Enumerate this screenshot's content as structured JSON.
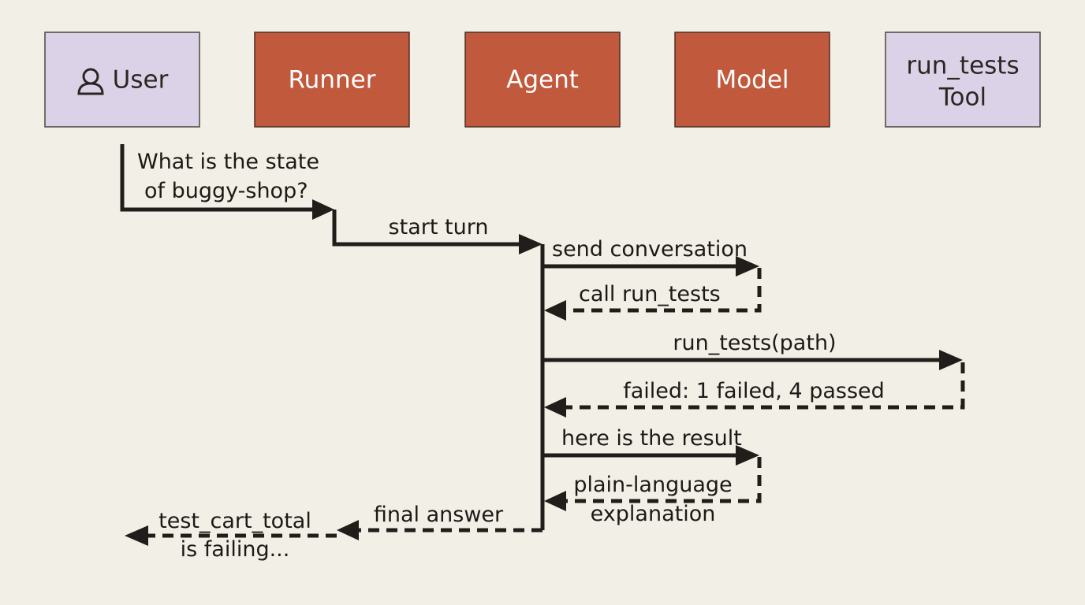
{
  "participants": [
    {
      "id": "user",
      "label": "User",
      "icon": "person-icon",
      "fill": "#dcd2e8"
    },
    {
      "id": "runner",
      "label": "Runner",
      "fill": "#c1593c"
    },
    {
      "id": "agent",
      "label": "Agent",
      "fill": "#c1593c"
    },
    {
      "id": "model",
      "label": "Model",
      "fill": "#c1593c"
    },
    {
      "id": "tool",
      "label_lines": [
        "run_tests",
        "Tool"
      ],
      "fill": "#dcd2e8"
    }
  ],
  "messages": {
    "question": [
      "What is the state",
      "of buggy-shop?"
    ],
    "start_turn": "start turn",
    "send_conversation": "send conversation",
    "call_run_tests": "call run_tests",
    "run_tests_path": "run_tests(path)",
    "failed_result": "failed: 1 failed, 4 passed",
    "here_is_result": "here is the result",
    "explanation": [
      "plain-language",
      "explanation"
    ],
    "final_answer": "final answer",
    "test_cart_total": [
      "test_cart_total",
      "is failing..."
    ]
  },
  "colors": {
    "ink": "#201d1a",
    "background": "#f2efe6",
    "actor_text": "#ffffff",
    "user_text": "#2a2622"
  }
}
